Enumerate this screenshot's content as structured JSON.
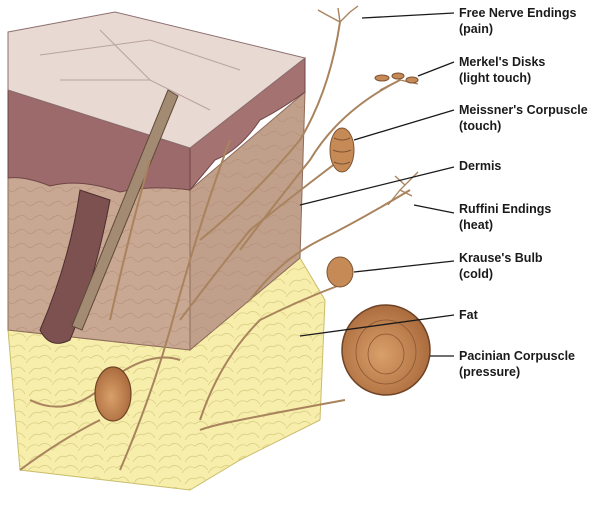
{
  "colors": {
    "epidermis_top": "#e6d6cf",
    "epidermis_side": "#b98a86",
    "dermis": "#c7a48f",
    "fat": "#f6eeaa",
    "nerve": "#b38a62",
    "corpuscle": "#c58a55",
    "leader": "#1a1a1a"
  },
  "labels": [
    {
      "id": "free-nerve-endings",
      "line1": "Free Nerve Endings",
      "line2": "(pain)"
    },
    {
      "id": "merkels-disks",
      "line1": "Merkel's Disks",
      "line2": "(light touch)"
    },
    {
      "id": "meissners-corpuscle",
      "line1": "Meissner's Corpuscle",
      "line2": "(touch)"
    },
    {
      "id": "dermis",
      "line1": "Dermis",
      "line2": ""
    },
    {
      "id": "ruffini-endings",
      "line1": "Ruffini Endings",
      "line2": "(heat)"
    },
    {
      "id": "krauses-bulb",
      "line1": "Krause's Bulb",
      "line2": "(cold)"
    },
    {
      "id": "fat",
      "line1": "Fat",
      "line2": ""
    },
    {
      "id": "pacinian-corpuscle",
      "line1": "Pacinian Corpuscle",
      "line2": "(pressure)"
    }
  ]
}
